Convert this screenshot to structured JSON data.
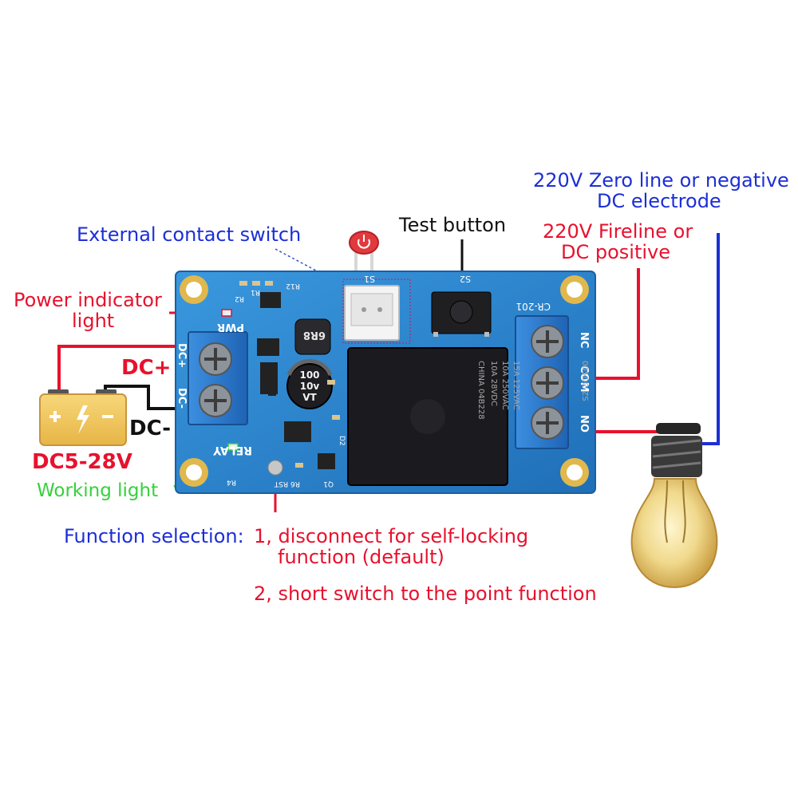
{
  "labels": {
    "zero_line_1": "220V Zero line or negative",
    "zero_line_2": "DC electrode",
    "fireline_1": "220V Fireline or",
    "fireline_2": "DC positive",
    "test_button": "Test button",
    "external_switch": "External contact switch",
    "power_indicator_1": "Power indicator",
    "power_indicator_2": "light",
    "dc_plus": "DC+",
    "dc_minus": "DC-",
    "dc_range": "DC5-28V",
    "working_light": "Working light",
    "function_selection": "Function selection:",
    "function_1a": "1, disconnect for self-locking",
    "function_1b": "function (default)",
    "function_2": "2, short switch to the point function"
  },
  "board": {
    "silk_dc_plus": "DC+",
    "silk_dc_minus": "DC-",
    "silk_relay": "RELAY",
    "silk_pwr": "PWR",
    "silk_s1": "S1",
    "silk_s2": "S2",
    "silk_model": "CR-201",
    "silk_nc": "NC",
    "silk_com": "COM",
    "silk_no": "NO",
    "inductor": "6R8",
    "cap_line1": "100",
    "cap_line2": "10v",
    "cap_line3": "VT",
    "relay_text": [
      "CHINA 04B228",
      "10A 28VDC",
      "10A 250VAC",
      "15A 125VAC",
      "005DC-ZS"
    ],
    "silk_r12": "R12",
    "silk_r1": "R1",
    "silk_r2": "R2",
    "silk_r4": "R4",
    "silk_rst": "R6 RST",
    "silk_q1": "Q1",
    "silk_d2": "D2"
  },
  "colors": {
    "label_blue": "#1c2fd6",
    "label_red": "#e8112d",
    "label_green": "#33d23a",
    "pcb_blue": "#2a86cf",
    "terminal_blue": "#2d7fd0",
    "relay_black": "#1b1b1f",
    "battery_yellow": "#f0c95a"
  },
  "icons": {
    "battery": "battery-icon",
    "bulb": "light-bulb-icon",
    "power_button": "power-icon"
  }
}
